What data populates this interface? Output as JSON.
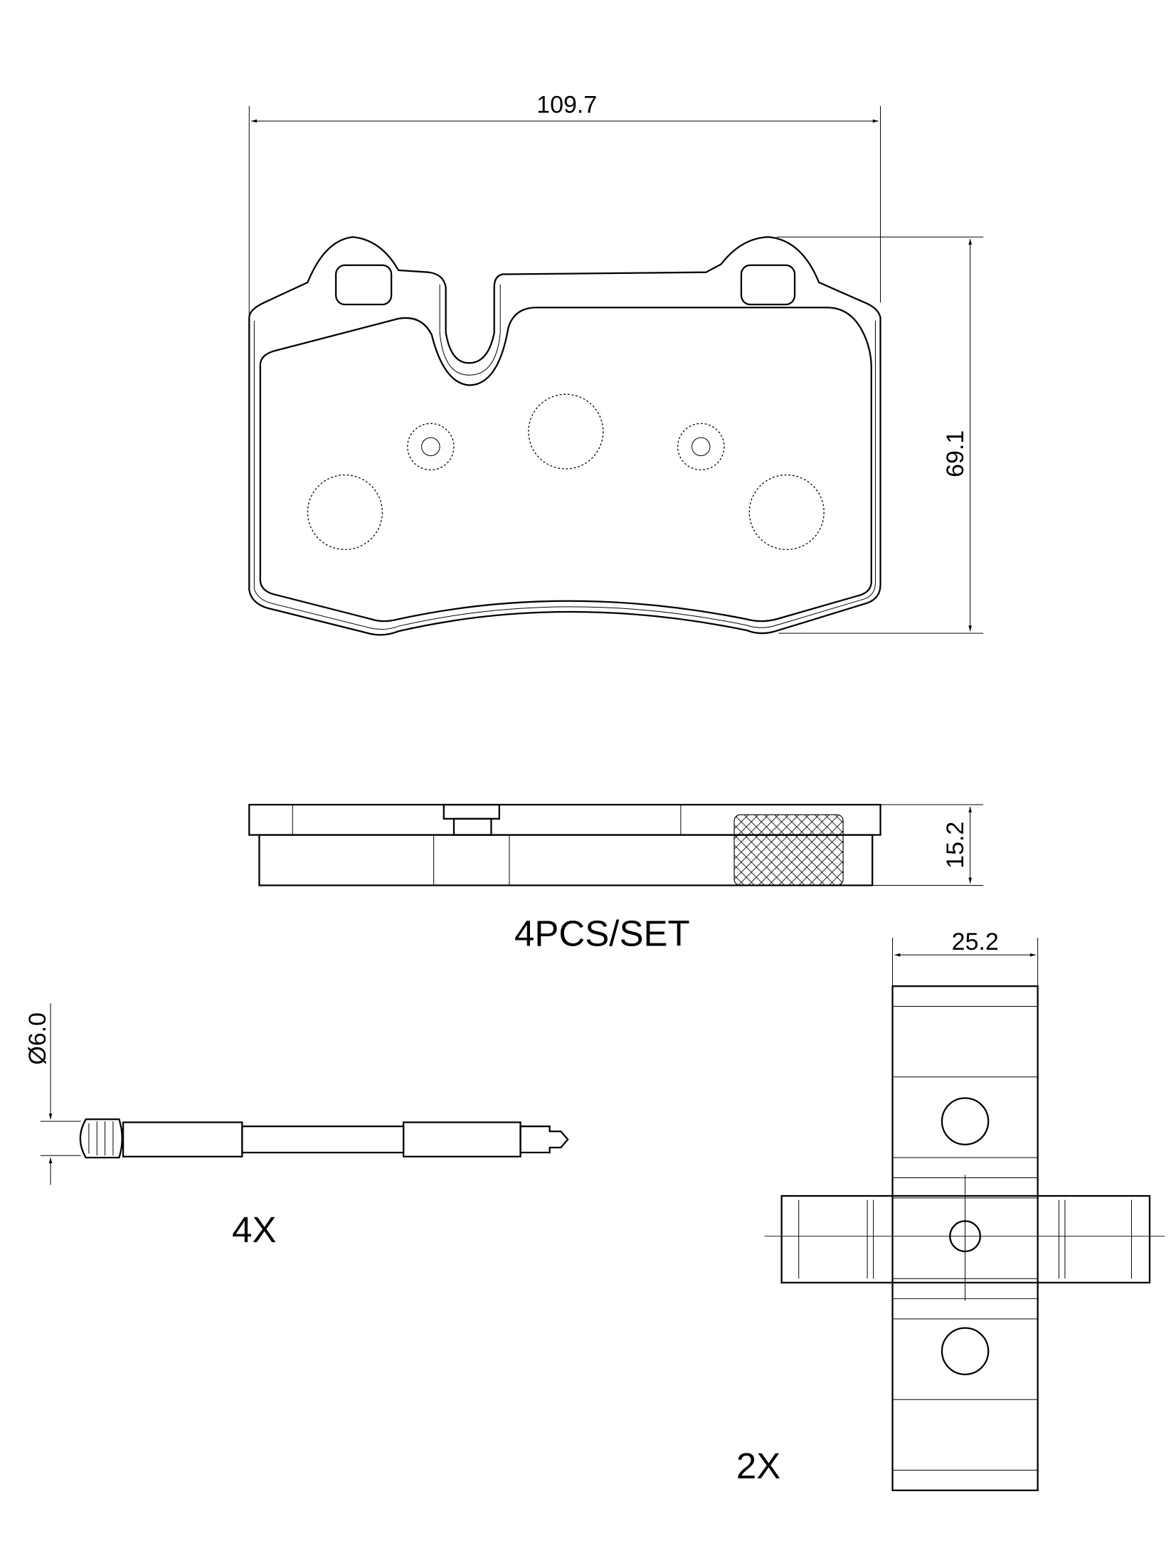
{
  "dimensions": {
    "width": "109.7",
    "height": "69.1",
    "thickness": "15.2",
    "clip_width": "25.2",
    "sensor_diameter": "Ø6.0"
  },
  "labels": {
    "set": "4PCS/SET",
    "sensor_qty": "4X",
    "clip_qty": "2X"
  }
}
